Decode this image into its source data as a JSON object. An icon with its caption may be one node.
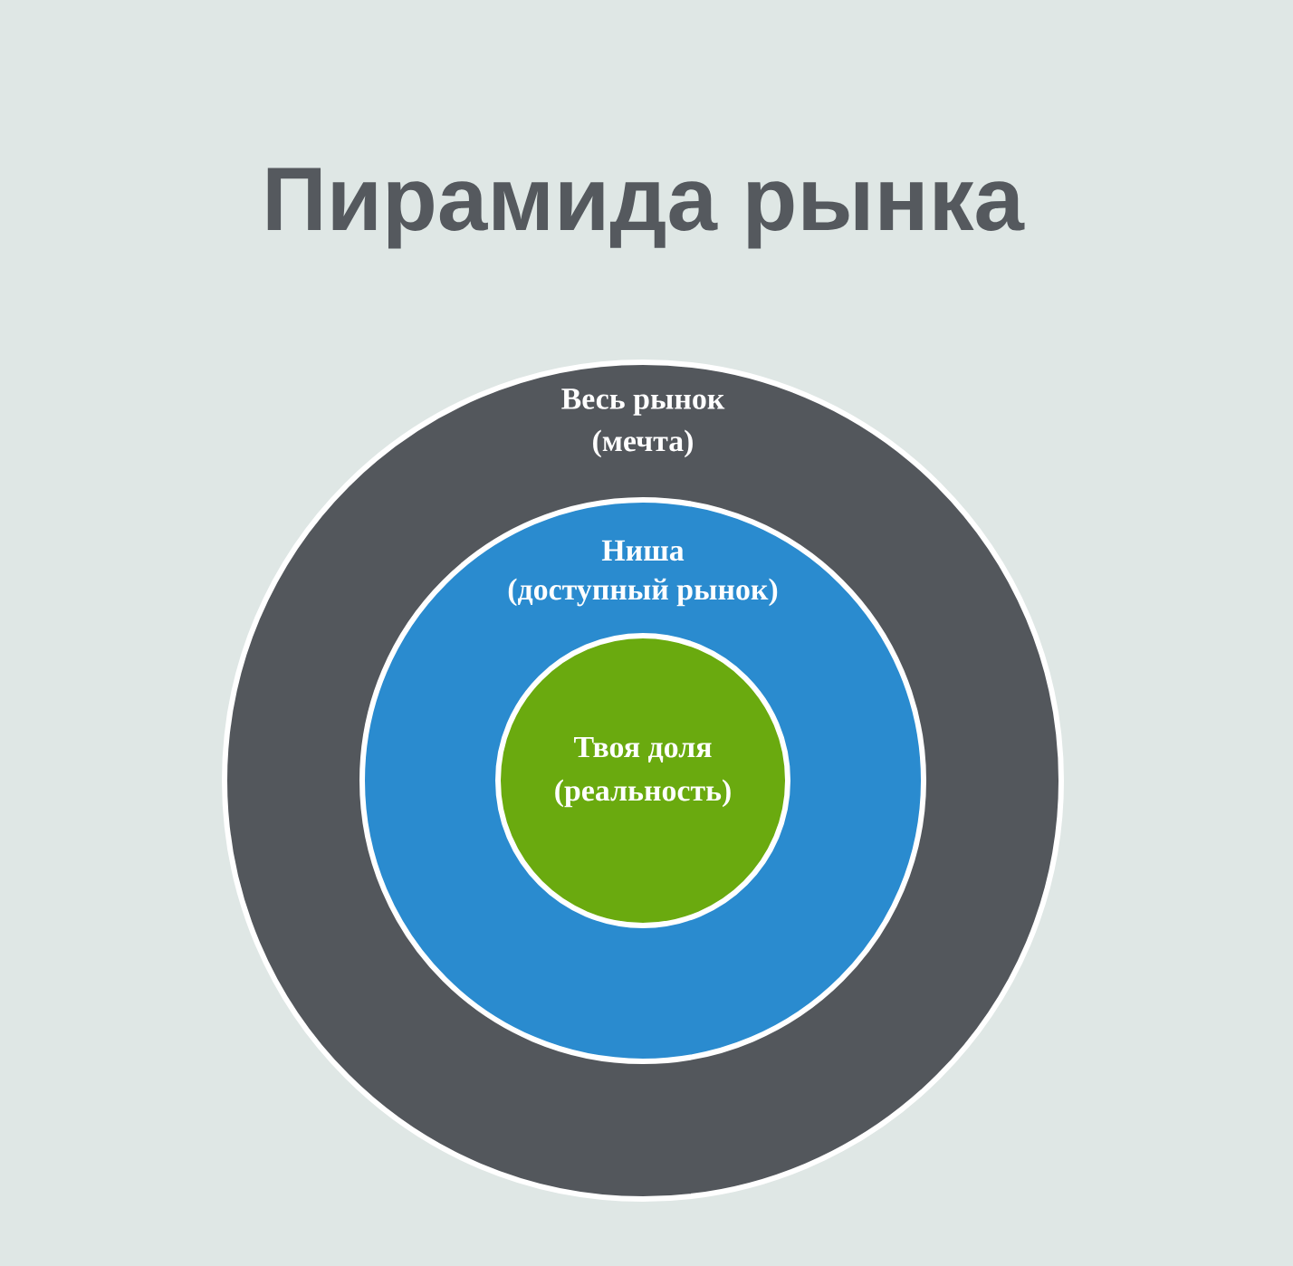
{
  "diagram": {
    "title": "Пирамида рынка",
    "nodes": [
      {
        "text": [
          "Весь рынок",
          "(мечта)"
        ]
      },
      {
        "text": [
          "Ниша",
          "(доступный рынок)"
        ],
        "in": 0
      },
      {
        "text": [
          "Твоя доля",
          "(реальность)"
        ],
        "in": 1
      }
    ]
  }
}
